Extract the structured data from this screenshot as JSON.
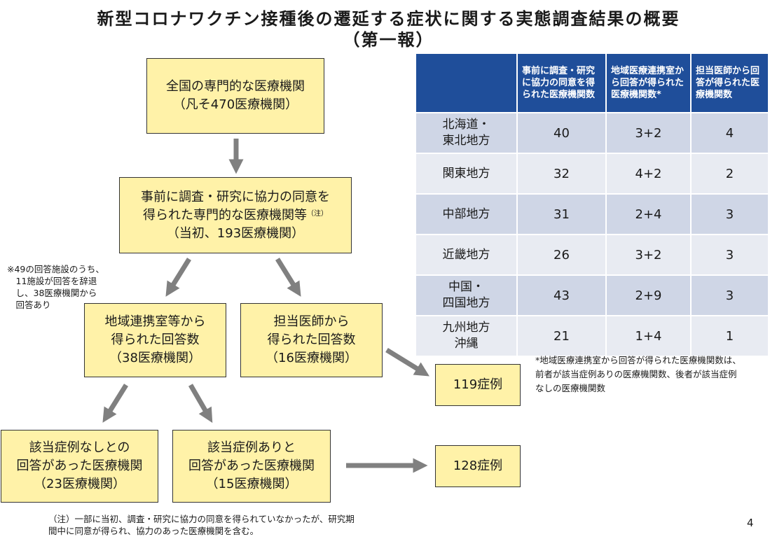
{
  "title_line1": "新型コロナワクチン接種後の遷延する症状に関する実態調査結果の概要",
  "title_line2": "（第一報）",
  "boxes": {
    "national": {
      "line1": "全国の専門的な医療機関",
      "line2": "（凡そ470医療機関）"
    },
    "consented": {
      "line1": "事前に調査・研究に協力の同意を",
      "line2": "得られた専門的な医療機関等",
      "sup": "（注）",
      "line3": "（当初、193医療機関）"
    },
    "liaison": {
      "line1": "地域連携室等から",
      "line2": "得られた回答数",
      "line3": "（38医療機関）"
    },
    "doctor": {
      "line1": "担当医師から",
      "line2": "得られた回答数",
      "line3": "（16医療機関）"
    },
    "no_cases": {
      "line1": "該当症例なしとの",
      "line2": "回答があった医療機関",
      "line3": "（23医療機関）"
    },
    "with_cases": {
      "line1": "該当症例ありと",
      "line2": "回答があった医療機関",
      "line3": "（15医療機関）"
    },
    "cases119": "119症例",
    "cases128": "128症例"
  },
  "side_note": "※49の回答施設のうち、\n　11施設が回答を辞退\n　し、38医療機関から\n　回答あり",
  "table": {
    "headers": [
      "",
      "事前に調査・研究に協力の同意を得られた医療機関数",
      "地域医療連携室から回答が得られた医療機関数*",
      "担当医師から回答が得られた医療機関数"
    ],
    "rows": [
      {
        "region": "北海道・\n東北地方",
        "consent": "40",
        "liaison": "3+2",
        "doctor": "4"
      },
      {
        "region": "関東地方",
        "consent": "32",
        "liaison": "4+2",
        "doctor": "2"
      },
      {
        "region": "中部地方",
        "consent": "31",
        "liaison": "2+4",
        "doctor": "3"
      },
      {
        "region": "近畿地方",
        "consent": "26",
        "liaison": "3+2",
        "doctor": "3"
      },
      {
        "region": "中国・\n四国地方",
        "consent": "43",
        "liaison": "2+9",
        "doctor": "3"
      },
      {
        "region": "九州地方\n沖縄",
        "consent": "21",
        "liaison": "1+4",
        "doctor": "1"
      }
    ]
  },
  "table_footnote": "*地域医療連携室から回答が得られた医療機関数は、\n前者が該当症例ありの医療機関数、後者が該当症例\nなしの医療機関数",
  "footnote": "（注）一部に当初、調査・研究に協力の同意を得られていなかったが、研究期\n間中に同意が得られ、協力のあった医療機関を含む。",
  "page_number": "4",
  "colors": {
    "box_fill": "#fff2a8",
    "arrow": "#808080",
    "table_header": "#1f4e9a",
    "row_dark": "#cfd6e6",
    "row_light": "#e8ebf2"
  }
}
